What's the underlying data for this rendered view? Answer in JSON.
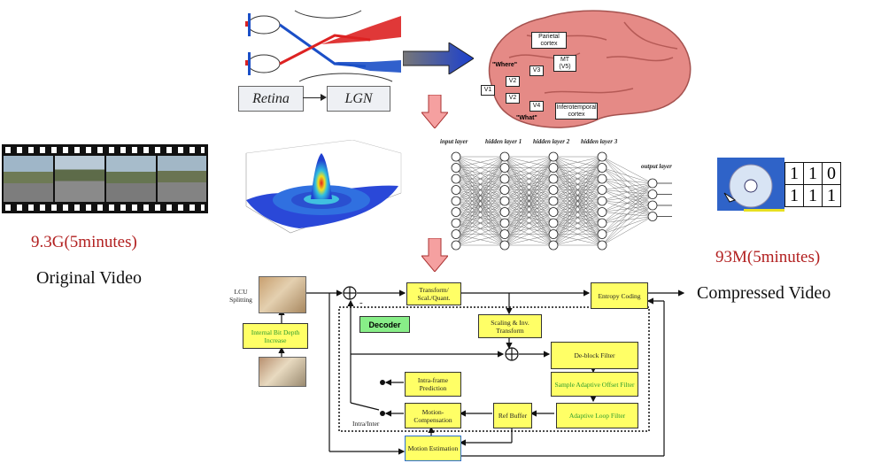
{
  "left": {
    "size_label": "9.3G(5minutes)",
    "caption": "Original Video"
  },
  "right": {
    "size_label": "93M(5minutes)",
    "caption": "Compressed Video",
    "bits": [
      [
        "1",
        "1",
        "0"
      ],
      [
        "1",
        "1",
        "1"
      ]
    ]
  },
  "visual_pathway": {
    "retina": "Retina",
    "lgn": "LGN"
  },
  "brain": {
    "parietal": "Parietal cortex",
    "mt": "MT (V5)",
    "where": "\"Where\"",
    "what": "\"What\"",
    "v1": "V1",
    "v2a": "V2",
    "v2b": "V2",
    "v3": "V3",
    "v4": "V4",
    "inferotemporal": "Inferotemporal cortex"
  },
  "network": {
    "input": "input layer",
    "hidden1": "hidden layer 1",
    "hidden2": "hidden layer 2",
    "hidden3": "hidden layer 3",
    "output": "output layer"
  },
  "codec": {
    "lcu": "LCU Splitting",
    "internal": "Internal Bit Depth Increase",
    "transform": "Transform/ Scal./Quant.",
    "entropy": "Entropy Coding",
    "decoder": "Decoder",
    "scaling": "Scaling & Inv. Transform",
    "deblock": "De-block Filter",
    "sao": "Sample Adaptive Offset Filter",
    "alf": "Adaptive Loop Filter",
    "intra": "Intra-frame Prediction",
    "mc": "Motion-Compensation",
    "refbuf": "Ref Buffer",
    "me": "Motion Estimation",
    "intrainter": "Intra/Inter",
    "minus": "-"
  },
  "colors": {
    "accent_red": "#b22020",
    "box_yellow": "#ffff66",
    "decoder_green": "#88ee88",
    "arrow_blue": "#1a3fcf",
    "arrow_pink": "#f5a0a0"
  }
}
